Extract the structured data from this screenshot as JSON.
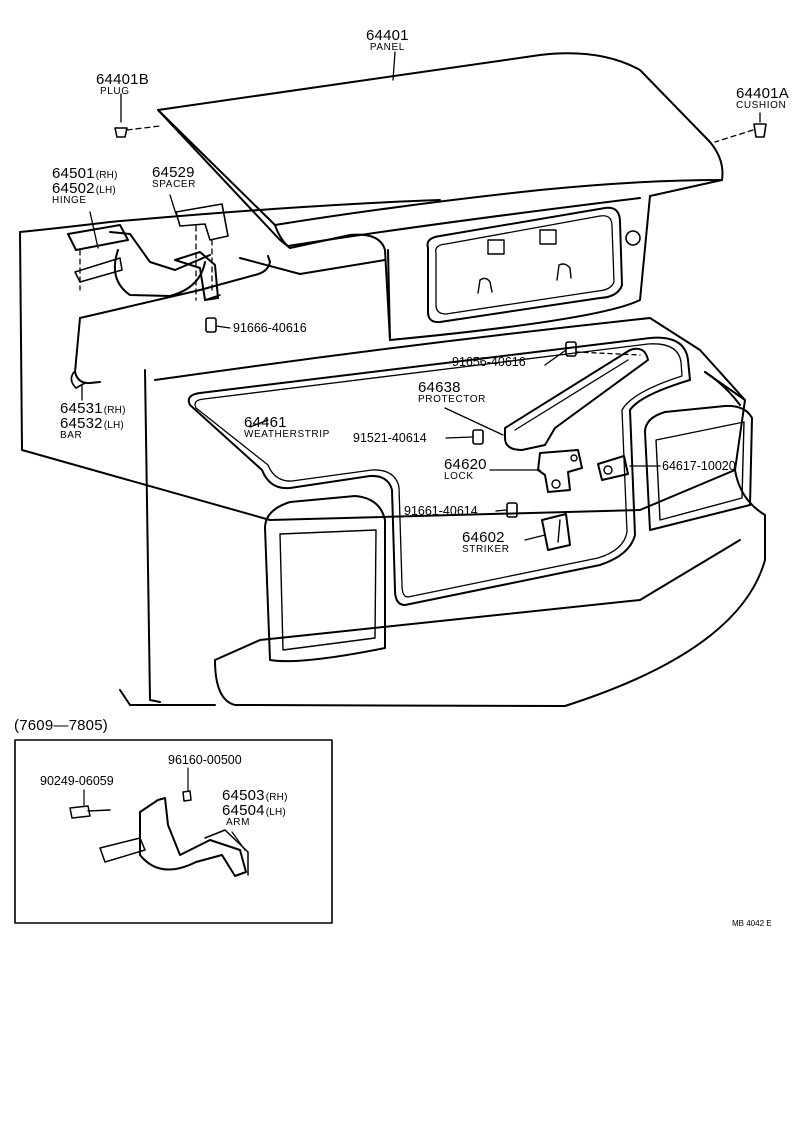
{
  "parts": {
    "panel": {
      "number": "64401",
      "name": "PANEL"
    },
    "plug": {
      "number": "64401B",
      "name": "PLUG"
    },
    "cushion": {
      "number": "64401A",
      "name": "CUSHION"
    },
    "hinge": {
      "number_rh": "64501",
      "suffix_rh": "(RH)",
      "number_lh": "64502",
      "suffix_lh": "(LH)",
      "name": "HINGE"
    },
    "spacer": {
      "number": "64529",
      "name": "SPACER"
    },
    "bolt_hinge": {
      "number": "91666-40616"
    },
    "bolt_lock_top": {
      "number": "91656-40616"
    },
    "protector": {
      "number": "64638",
      "name": "PROTECTOR"
    },
    "bar": {
      "number_rh": "64531",
      "suffix_rh": "(RH)",
      "number_lh": "64532",
      "suffix_lh": "(LH)",
      "name": "BAR"
    },
    "weatherstrip": {
      "number": "64461",
      "name": "WEATHERSTRIP"
    },
    "bolt_protector": {
      "number": "91521-40614"
    },
    "lock": {
      "number": "64620",
      "name": "LOCK"
    },
    "lock_cylinder": {
      "number": "64617-10020"
    },
    "bolt_striker": {
      "number": "91661-40614"
    },
    "striker": {
      "number": "64602",
      "name": "STRIKER"
    }
  },
  "inset": {
    "date_range": "(7609—7805)",
    "bolt": {
      "number": "90249-06059"
    },
    "nut": {
      "number": "96160-00500"
    },
    "arm": {
      "number_rh": "64503",
      "suffix_rh": "(RH)",
      "number_lh": "64504",
      "suffix_lh": "(LH)",
      "name": "ARM"
    }
  },
  "footer": {
    "code": "MB 4042 E"
  }
}
